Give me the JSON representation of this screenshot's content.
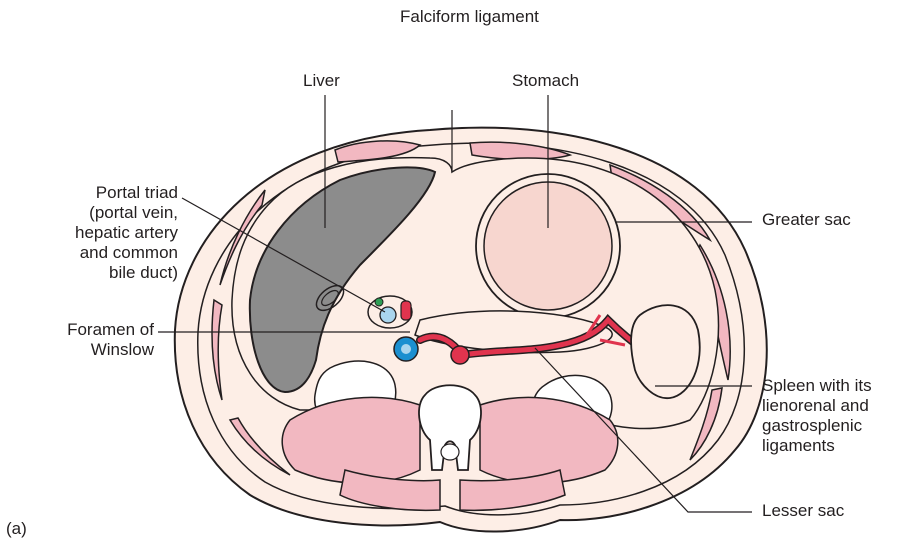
{
  "labels": {
    "falciform": "Falciform ligament",
    "liver": "Liver",
    "stomach": "Stomach",
    "portal_triad": [
      "Portal triad",
      "(portal vein,",
      "hepatic artery",
      "and common",
      "bile duct)"
    ],
    "greater_sac": "Greater sac",
    "foramen": [
      "Foramen of",
      "Winslow"
    ],
    "spleen": [
      "Spleen with its",
      "lienorenal and",
      "gastrosplenic",
      "ligaments"
    ],
    "lesser_sac": "Lesser sac",
    "panel": "(a)"
  },
  "colors": {
    "outline": "#231f20",
    "body_fill": "#fdeee6",
    "muscle": "#f2b8c1",
    "liver": "#8c8c8c",
    "stomach": "#f7d6cf",
    "artery": "#e0344e",
    "vein_blue": "#1b8fd0",
    "duct_green": "#2e9e55",
    "portal_light": "#a9d5ee"
  }
}
